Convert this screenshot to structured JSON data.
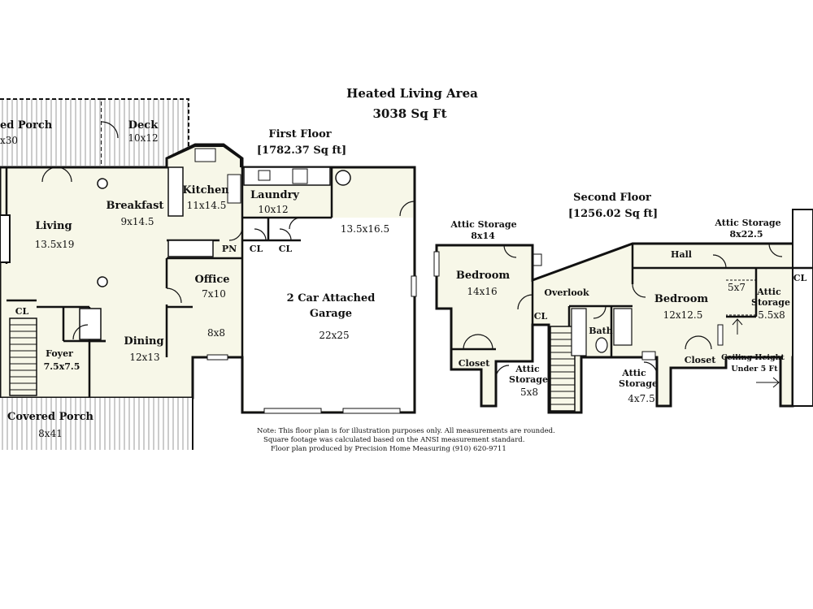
{
  "header": {
    "title_line1": "Heated Living Area",
    "title_line2": "3038 Sq Ft"
  },
  "first_floor": {
    "title": "First Floor",
    "area": "[1782.37 Sq ft]",
    "rooms": {
      "screened_porch": {
        "name": "ed Porch",
        "size": "x30"
      },
      "deck": {
        "name": "Deck",
        "size": "10x12"
      },
      "living": {
        "name": "Living",
        "size": "13.5x19"
      },
      "breakfast": {
        "name": "Breakfast",
        "size": "9x14.5"
      },
      "kitchen": {
        "name": "Kitchen",
        "size": "11x14.5"
      },
      "laundry": {
        "name": "Laundry",
        "size": "10x12"
      },
      "pantry": {
        "name": "PN"
      },
      "closet_laundry_1": {
        "name": "CL"
      },
      "closet_laundry_2": {
        "name": "CL"
      },
      "office": {
        "name": "Office",
        "size": "7x10"
      },
      "office_small": {
        "size": "8x8"
      },
      "garage_bay": {
        "size": "13.5x16.5"
      },
      "garage": {
        "name_line1": "2 Car Attached",
        "name_line2": "Garage",
        "size": "22x25"
      },
      "closet_foyer": {
        "name": "CL"
      },
      "foyer": {
        "name": "Foyer",
        "size": "7.5x7.5"
      },
      "dining": {
        "name": "Dining",
        "size": "12x13"
      },
      "covered_porch": {
        "name": "Covered Porch",
        "size": "8x41"
      }
    }
  },
  "second_floor": {
    "title": "Second Floor",
    "area": "[1256.02 Sq ft]",
    "rooms": {
      "attic_storage_left": {
        "name": "Attic Storage",
        "size": "8x14"
      },
      "bedroom_left": {
        "name": "Bedroom",
        "size": "14x16"
      },
      "closet_left": {
        "name": "Closet"
      },
      "attic_storage_bottom": {
        "name_line1": "Attic",
        "name_line2": "Storage",
        "size": "5x8"
      },
      "overlook": {
        "name": "Overlook"
      },
      "closet_overlook": {
        "name": "CL"
      },
      "bath": {
        "name": "Bath"
      },
      "hall": {
        "name": "Hall"
      },
      "attic_storage_top_right": {
        "name": "Attic Storage",
        "size": "8x22.5"
      },
      "bedroom_right": {
        "name": "Bedroom",
        "size": "12x12.5"
      },
      "nook": {
        "size": "5x7"
      },
      "closet_right": {
        "name": "Closet"
      },
      "attic_storage_mid": {
        "name_line1": "Attic",
        "name_line2": "Storage",
        "size": "4x7.5"
      },
      "attic_storage_right": {
        "name_line1": "Attic",
        "name_line2": "Storage",
        "size": "5.5x8"
      },
      "closet_far_right": {
        "name": "CL"
      },
      "ceiling_note": {
        "line1": "Ceiling Height",
        "line2": "Under 5 Ft"
      }
    }
  },
  "footnote": {
    "line1": "Note: This floor plan is for illustration purposes only. All measurements are rounded.",
    "line2": "Square footage was calculated based on the ANSI measurement standard.",
    "line3": "Floor plan produced by Precision Home Measuring (910) 620-9711"
  },
  "colors": {
    "wall": "#111111",
    "floor_fill": "#f7f7e8",
    "porch_hatch": "#888888",
    "background": "#ffffff"
  }
}
